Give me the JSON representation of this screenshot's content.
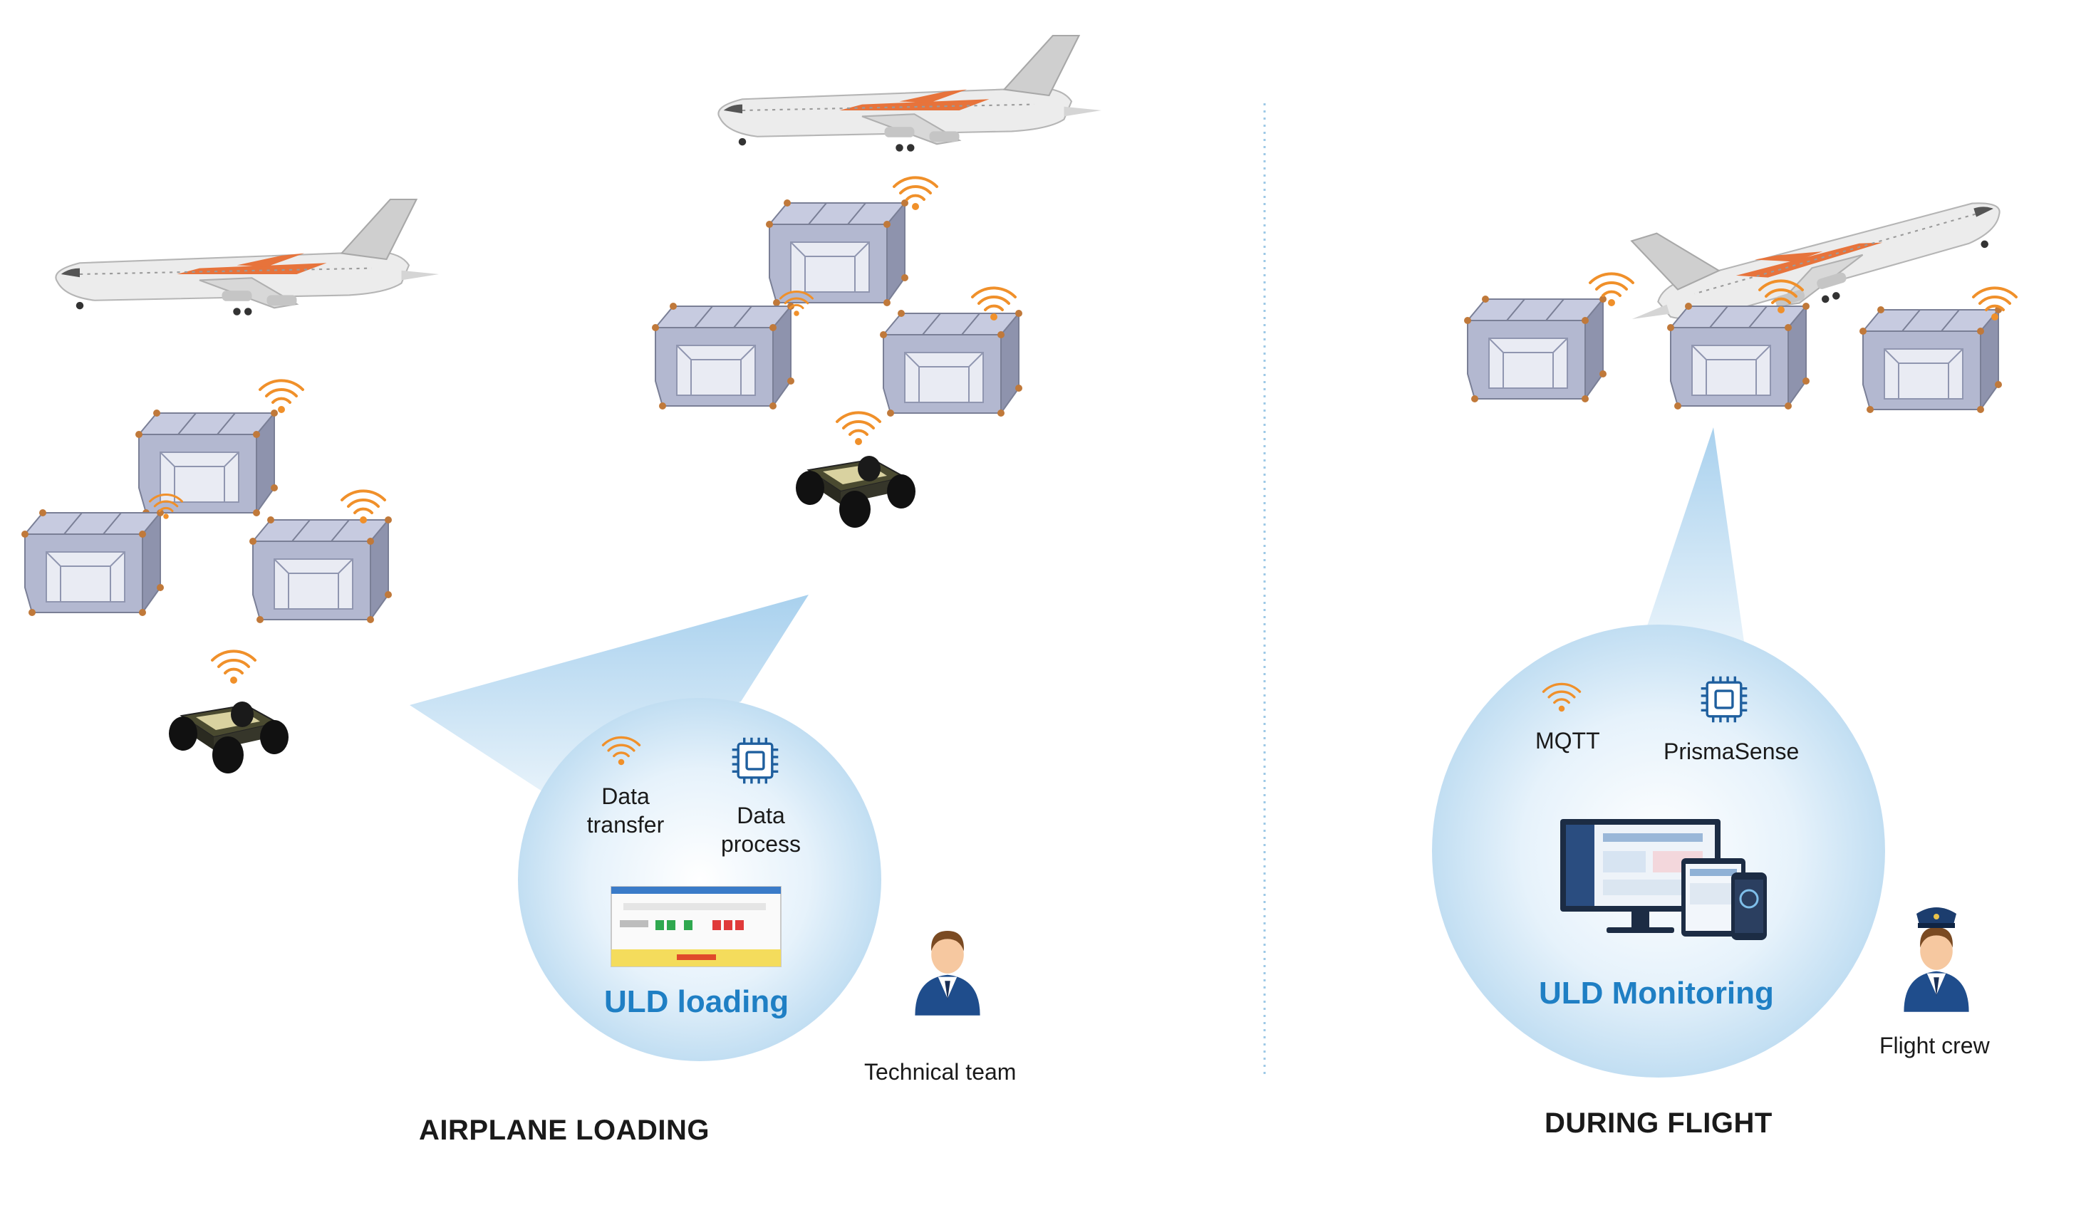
{
  "sections": {
    "loading": {
      "title": "AIRPLANE LOADING",
      "bubble": {
        "title": "ULD loading",
        "data_transfer": "Data\ntransfer",
        "data_process": "Data\nprocess"
      },
      "person_label": "Technical team"
    },
    "flight": {
      "title": "DURING FLIGHT",
      "bubble": {
        "title": "ULD Monitoring",
        "protocol": "MQTT",
        "platform": "PrismaSense"
      },
      "person_label": "Flight crew"
    }
  },
  "icons": [
    "airplane-icon",
    "uld-container-icon",
    "wifi-icon",
    "robot-vehicle-icon",
    "chip-icon",
    "dashboard-screen-icon",
    "technician-icon",
    "pilot-icon"
  ],
  "colors": {
    "accent": "#1f7fc4",
    "wifi": "#f0902a",
    "bubble": "#cfe6f6",
    "container": "#aeb4cf",
    "frame": "#c0793a"
  }
}
